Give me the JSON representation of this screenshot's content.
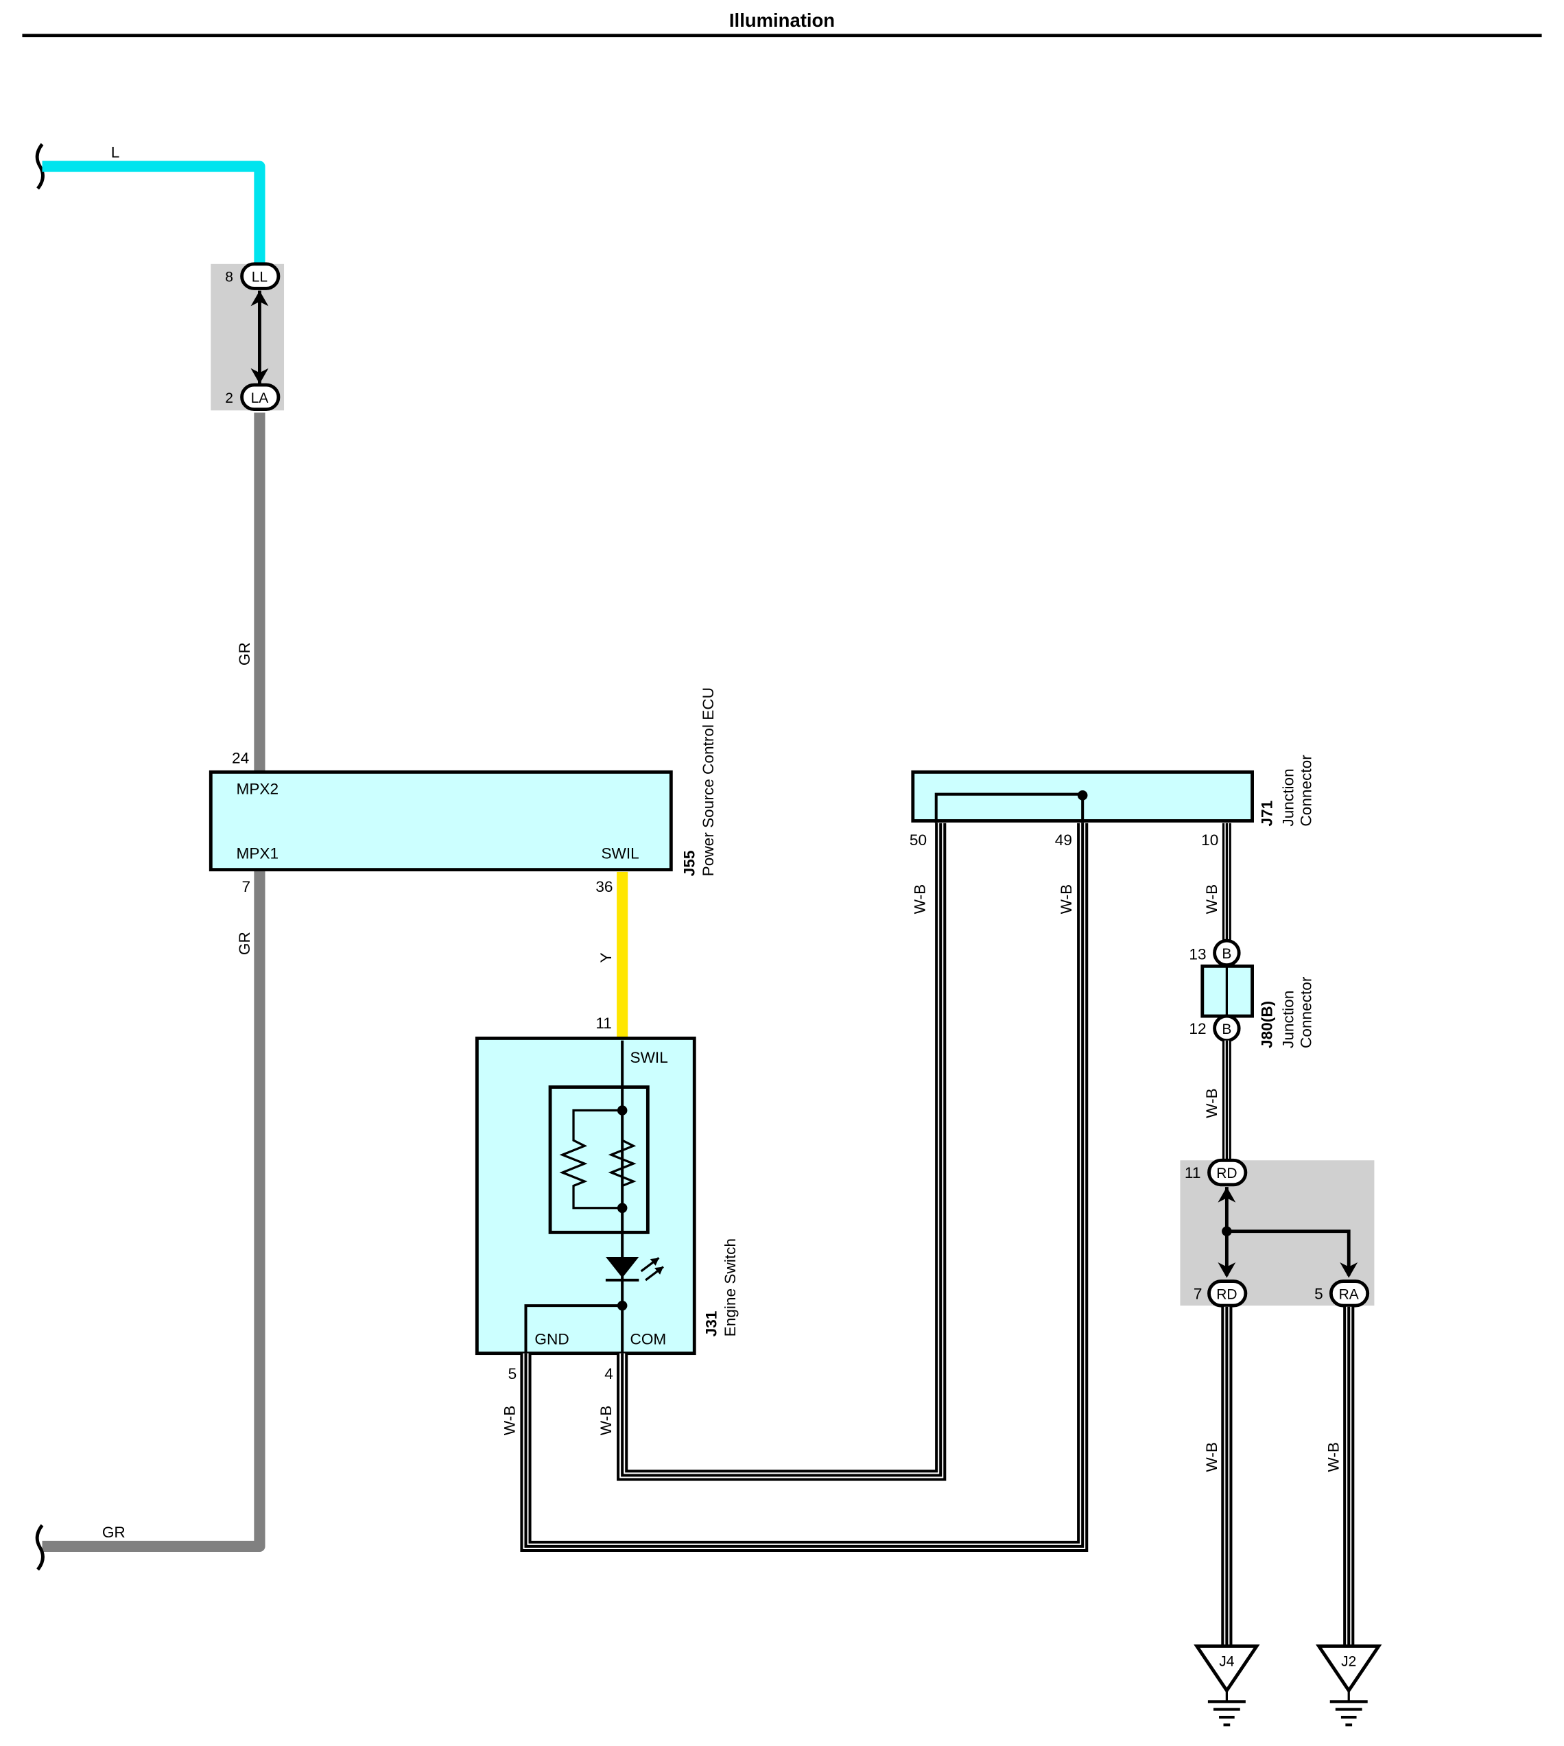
{
  "title": "Illumination",
  "colors": {
    "wire_L": "#00e4ee",
    "wire_GR": "#808080",
    "wire_Y": "#ffe600",
    "component_fill": "#ccffff",
    "splice_box_fill": "#d0d0d0"
  },
  "wires": {
    "top_left": "L",
    "bottom_left": "GR",
    "gr_upper": "GR",
    "gr_lower": "GR",
    "yellow": "Y",
    "w50": "W-B",
    "w49": "W-B",
    "w10": "W-B",
    "w_j80_out": "W-B",
    "w5": "W-B",
    "w4": "W-B",
    "w7": "W-B",
    "w5ra": "W-B"
  },
  "connector_ll_la": {
    "pin_top_num": "8",
    "pin_top_code": "LL",
    "pin_bottom_num": "2",
    "pin_bottom_code": "LA"
  },
  "j55": {
    "id": "J55",
    "name": "Power Source Control ECU",
    "mpx2": "MPX2",
    "mpx1": "MPX1",
    "swil": "SWIL",
    "pin_mpx2": "24",
    "pin_mpx1": "7",
    "pin_swil": "36"
  },
  "j71": {
    "id": "J71",
    "name_line1": "Junction",
    "name_line2": "Connector",
    "pin_a": "50",
    "pin_b": "49",
    "pin_c": "10"
  },
  "j80": {
    "id": "J80(B)",
    "name_line1": "Junction",
    "name_line2": "Connector",
    "pin_top_num": "13",
    "pin_top_code": "B",
    "pin_bottom_num": "12",
    "pin_bottom_code": "B"
  },
  "j31": {
    "id": "J31",
    "name": "Engine Switch",
    "swil": "SWIL",
    "gnd": "GND",
    "com": "COM",
    "pin_swil": "11",
    "pin_gnd": "5",
    "pin_com": "4"
  },
  "connector_rd_ra": {
    "pin_in_num": "11",
    "pin_in_code": "RD",
    "pin_out1_num": "7",
    "pin_out1_code": "RD",
    "pin_out2_num": "5",
    "pin_out2_code": "RA"
  },
  "grounds": {
    "g1": "J4",
    "g2": "J2"
  }
}
